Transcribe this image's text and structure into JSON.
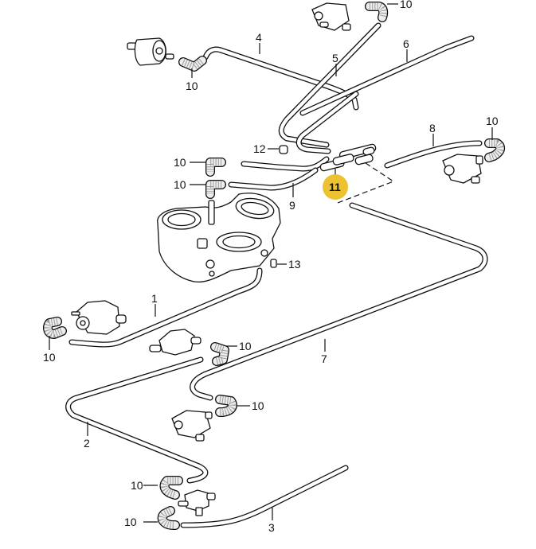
{
  "diagram": {
    "title": "Vacuum hose routing - throttle housing exploded view",
    "highlight_color": "#ecc230",
    "highlighted_part": "11",
    "callouts": {
      "c1": "1",
      "c2": "2",
      "c3": "3",
      "c4": "4",
      "c5": "5",
      "c6": "6",
      "c7": "7",
      "c8": "8",
      "c9": "9",
      "c10": "10",
      "c11": "11",
      "c12": "12",
      "c13": "13"
    },
    "parts": [
      {
        "number": "1",
        "type": "hose line"
      },
      {
        "number": "2",
        "type": "hose line"
      },
      {
        "number": "3",
        "type": "hose line"
      },
      {
        "number": "4",
        "type": "hose line"
      },
      {
        "number": "5",
        "type": "hose line"
      },
      {
        "number": "6",
        "type": "hose line"
      },
      {
        "number": "7",
        "type": "hose line"
      },
      {
        "number": "8",
        "type": "hose line"
      },
      {
        "number": "9",
        "type": "hose line"
      },
      {
        "number": "10",
        "type": "elbow hose"
      },
      {
        "number": "11",
        "type": "distributor piece (highlighted)"
      },
      {
        "number": "12",
        "type": "cap"
      },
      {
        "number": "13",
        "type": "nut"
      }
    ]
  }
}
